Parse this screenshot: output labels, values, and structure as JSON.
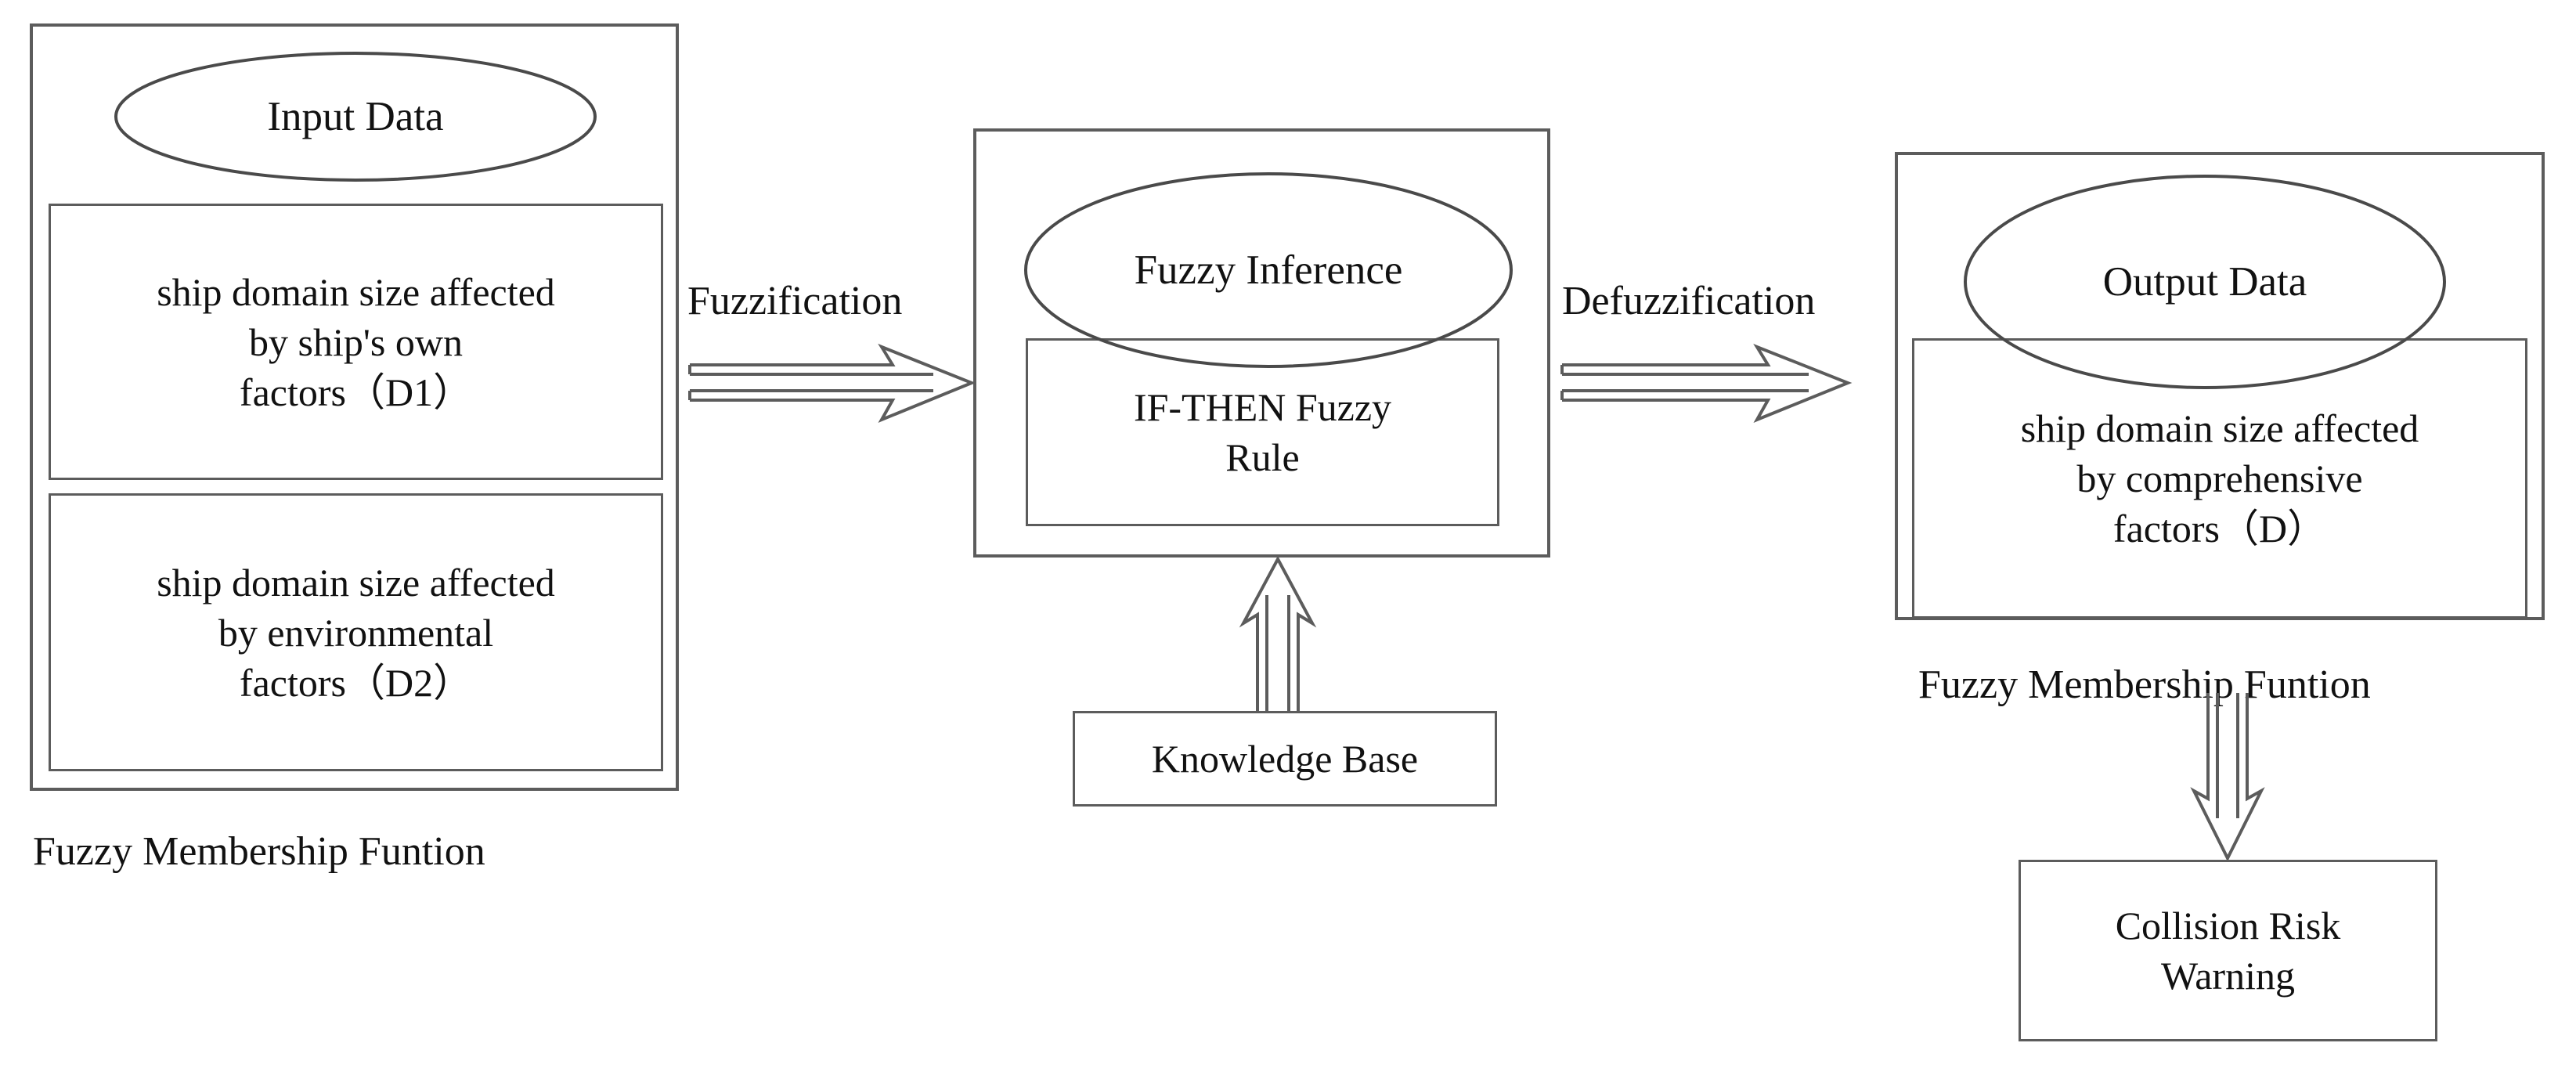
{
  "diagram": {
    "title": "Fuzzy inference system for ship domain collision risk warning",
    "stroke_color": "#5c5c5c",
    "text_color": "#111111",
    "background": "#ffffff",
    "left_group": {
      "header_oval": "Input Data",
      "boxes": [
        "ship domain size affected\nby ship's own\nfactors（D1）",
        "ship domain size affected\nby environmental\nfactors（D2）"
      ],
      "box_lines": [
        [
          "ship domain size affected",
          "by ship's own",
          "factors（D1）"
        ],
        [
          "ship domain size affected",
          "by environmental",
          "factors（D2）"
        ]
      ],
      "caption": "Fuzzy Membership Funtion"
    },
    "middle_group": {
      "header_oval": "Fuzzy Inference",
      "rule_box_lines": [
        "IF-THEN Fuzzy",
        "Rule"
      ],
      "knowledge_base": "Knowledge Base"
    },
    "right_group": {
      "header_oval": "Output Data",
      "box_lines": [
        "ship domain size affected",
        "by comprehensive",
        "factors（D）"
      ],
      "caption": "Fuzzy Membership Funtion",
      "warning_lines": [
        "Collision Risk",
        "Warning"
      ]
    },
    "edges": [
      {
        "label": "Fuzzification",
        "direction": "right"
      },
      {
        "label": "Defuzzification",
        "direction": "right"
      },
      {
        "label": "",
        "direction": "up"
      },
      {
        "label": "",
        "direction": "down"
      }
    ],
    "edge_labels": {
      "fuzzification": "Fuzzification",
      "defuzzification": "Defuzzification"
    }
  }
}
